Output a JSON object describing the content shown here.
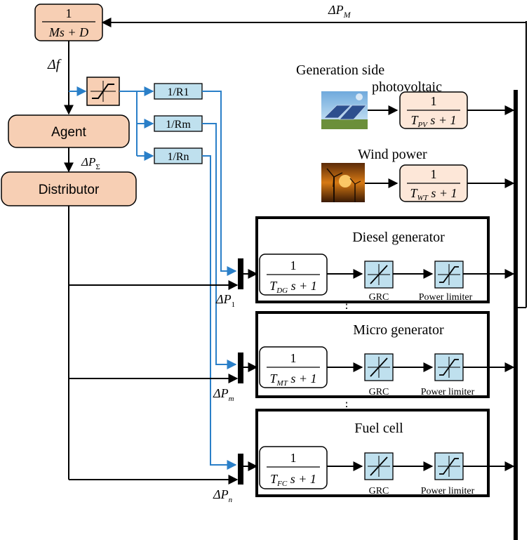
{
  "colors": {
    "peach_box": "#f7cfb4",
    "peach_box_light": "#fde7d8",
    "blue_box": "#bfe0ee",
    "blue_line": "#2a7fc8",
    "black": "#000000"
  },
  "top_block": {
    "num": "1",
    "den": "Ms + D"
  },
  "delta_pm": {
    "main": "ΔP",
    "sub": "M"
  },
  "delta_f": "Δf",
  "agent_label": "Agent",
  "delta_psum": {
    "main": "ΔP",
    "sub": "Σ"
  },
  "distributor_label": "Distributor",
  "droop_blocks": [
    "1/R1",
    "1/Rm",
    "1/Rn"
  ],
  "generation_side_label": "Generation side",
  "pv": {
    "label": "photovoltaic",
    "num": "1",
    "den_T": "T",
    "den_sub": "PV",
    "den_rest": "s + 1"
  },
  "wind": {
    "label": "Wind power",
    "num": "1",
    "den_T": "T",
    "den_sub": "WT",
    "den_rest": "s + 1"
  },
  "units": [
    {
      "title": "Diesel generator",
      "num": "1",
      "den_T": "T",
      "den_sub": "DG",
      "den_rest": "s + 1",
      "grc": "GRC",
      "limiter": "Power limiter",
      "dp_main": "ΔP",
      "dp_sub": "1"
    },
    {
      "title": "Micro generator",
      "num": "1",
      "den_T": "T",
      "den_sub": "MT",
      "den_rest": "s + 1",
      "grc": "GRC",
      "limiter": "Power limiter",
      "dp_main": "ΔP",
      "dp_sub": "m"
    },
    {
      "title": "Fuel cell",
      "num": "1",
      "den_T": "T",
      "den_sub": "FC",
      "den_rest": "s + 1",
      "grc": "GRC",
      "limiter": "Power limiter",
      "dp_main": "ΔP",
      "dp_sub": "n"
    }
  ],
  "ellipsis": "⋮"
}
